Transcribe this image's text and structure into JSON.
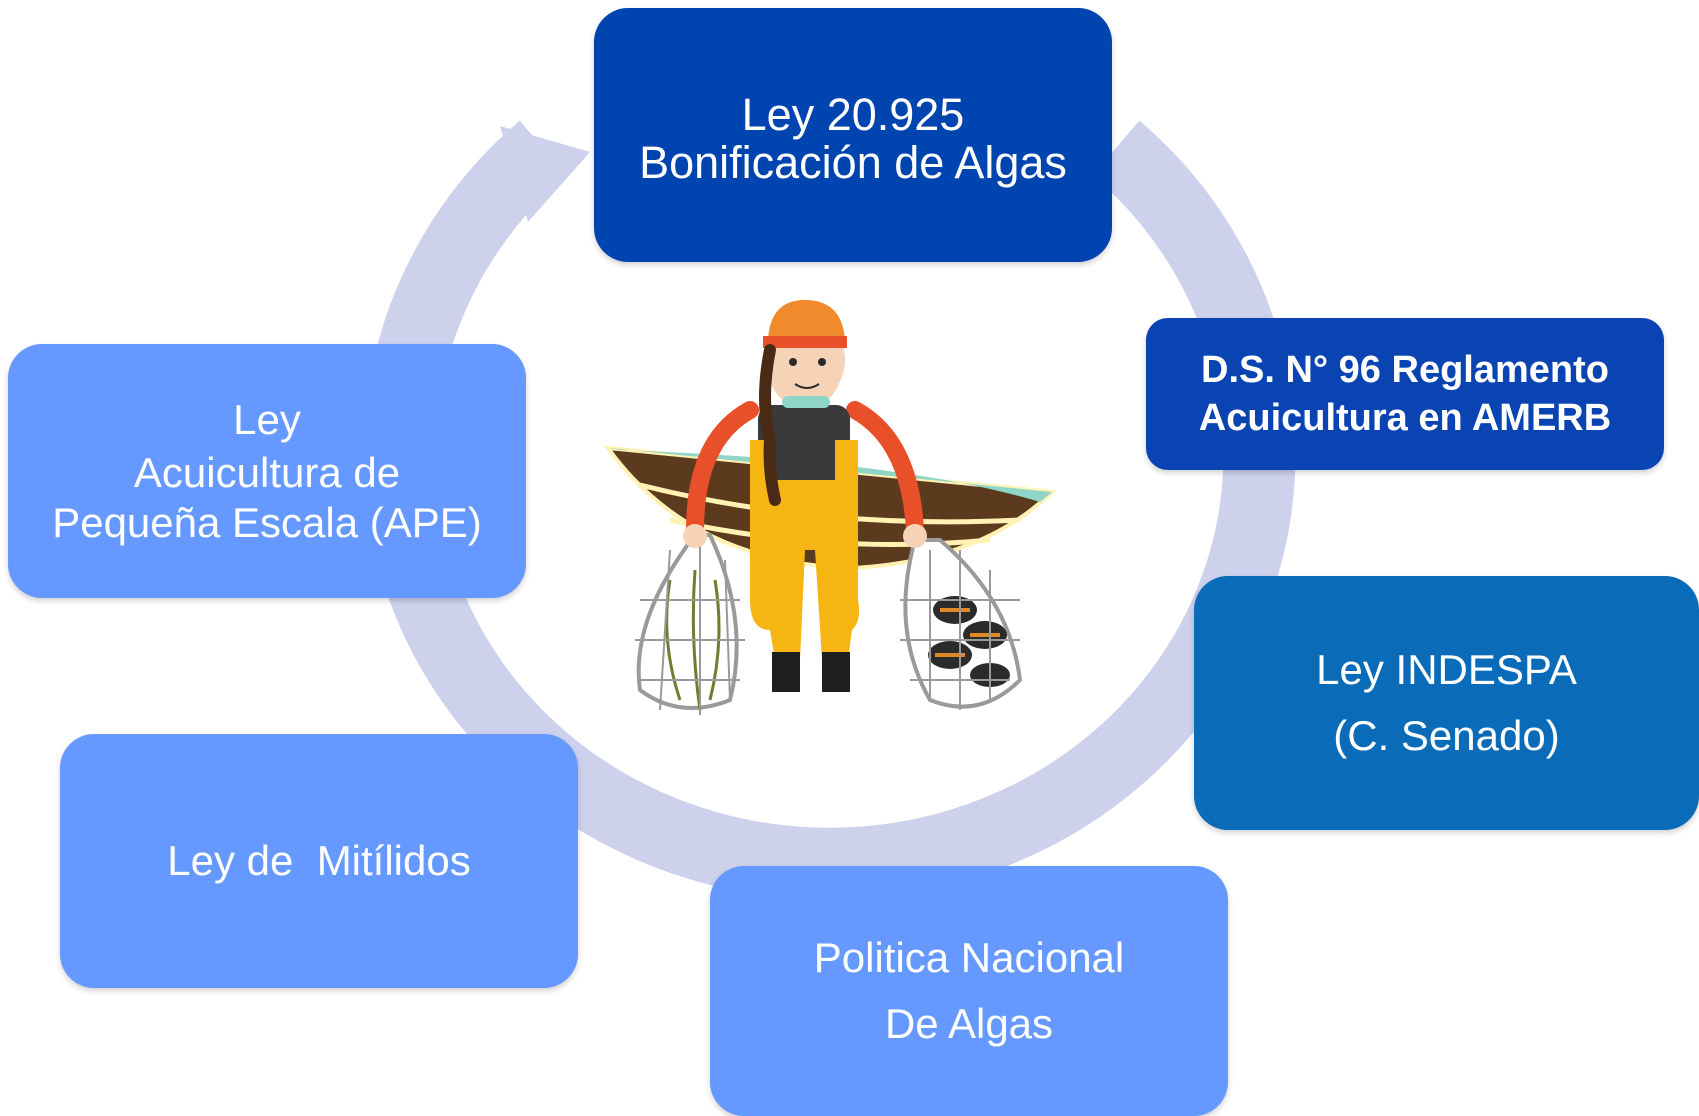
{
  "diagram": {
    "colors": {
      "ring": "#CDD1EC",
      "dark_blue": "#0044B0",
      "teal_blue": "#0A6CB8",
      "light_blue": "#6699FF"
    },
    "nodes": [
      {
        "id": "top",
        "lines": [
          "Ley 20.925",
          "Bonificación de Algas"
        ]
      },
      {
        "id": "ds",
        "lines": [
          "D.S. N° 96 Reglamento",
          "Acuicultura en AMERB"
        ]
      },
      {
        "id": "indespa",
        "lines": [
          "Ley INDESPA",
          "(C. Senado)"
        ]
      },
      {
        "id": "politica",
        "lines": [
          "Politica Nacional",
          "De Algas"
        ]
      },
      {
        "id": "mitilidos",
        "lines": [
          "Ley de  Mitílidos"
        ]
      },
      {
        "id": "ape",
        "lines": [
          "Ley",
          "Acuicultura de",
          "Pequeña Escala (APE)"
        ]
      }
    ],
    "illustration": {
      "icon": "fisher-woman-with-boat-and-nets-icon"
    }
  }
}
